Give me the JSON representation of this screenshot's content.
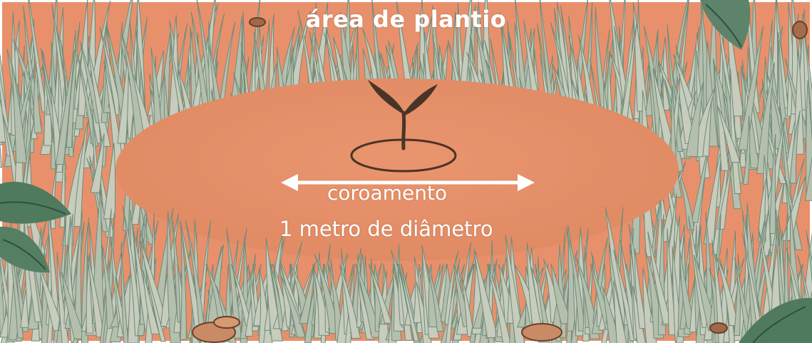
{
  "labels": {
    "area": "área de plantio",
    "coroamento": "coroamento",
    "diametro": "1 metro de diâmetro"
  },
  "colors": {
    "soil": "#e8906c",
    "clearing": "#e49068",
    "grass_light": "#c7ccbd",
    "grass_dark": "#6f8b79",
    "leaf": "#4f7a5e",
    "seedling": "#4a3427",
    "label": "#ffffff"
  },
  "icons": [
    "seedling-icon",
    "double-arrow-icon",
    "leaf-icon",
    "stone-icon"
  ]
}
